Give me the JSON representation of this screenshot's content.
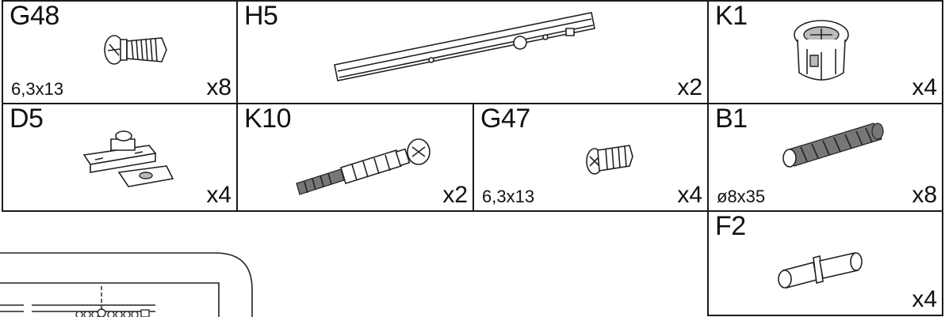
{
  "parts": [
    {
      "id": "g48",
      "code": "G48",
      "size": "6,3x13",
      "qty": "x8",
      "icon": "pan-head-screw-icon"
    },
    {
      "id": "h5",
      "code": "H5",
      "size": "",
      "qty": "x2",
      "icon": "drawer-rail-icon"
    },
    {
      "id": "k1",
      "code": "K1",
      "size": "",
      "qty": "x4",
      "icon": "cam-lock-icon"
    },
    {
      "id": "d5",
      "code": "D5",
      "size": "",
      "qty": "x4",
      "icon": "hinge-plate-icon"
    },
    {
      "id": "k10",
      "code": "K10",
      "size": "",
      "qty": "x2",
      "icon": "connector-bolt-icon"
    },
    {
      "id": "g47",
      "code": "G47",
      "size": "6,3x13",
      "qty": "x4",
      "icon": "flat-head-screw-icon"
    },
    {
      "id": "b1",
      "code": "B1",
      "size": "ø8x35",
      "qty": "x8",
      "icon": "wooden-dowel-icon"
    },
    {
      "id": "f2",
      "code": "F2",
      "size": "",
      "qty": "x4",
      "icon": "shelf-pin-icon"
    }
  ]
}
